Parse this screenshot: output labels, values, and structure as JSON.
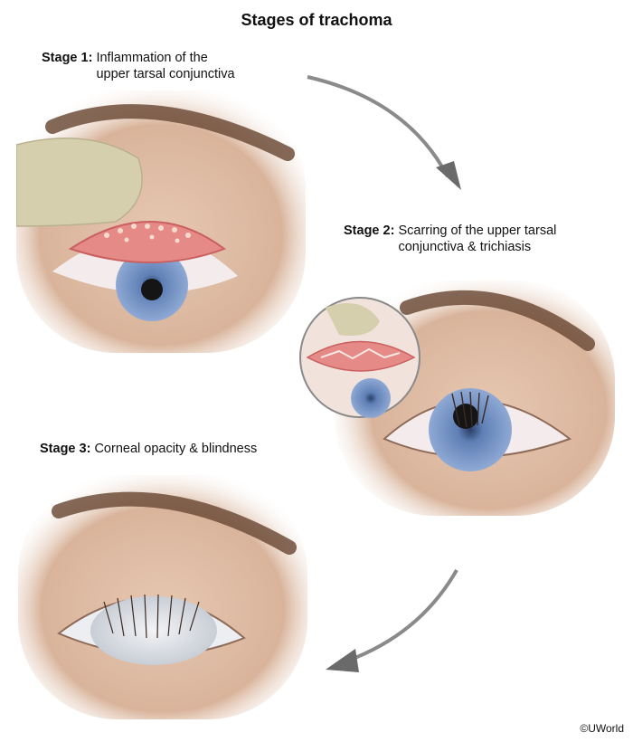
{
  "title": "Stages of trachoma",
  "stages": [
    {
      "label": "Stage 1:",
      "line1": "Inflammation of the",
      "line2": "upper tarsal conjunctiva"
    },
    {
      "label": "Stage 2:",
      "line1": "Scarring of the upper tarsal",
      "line2": "conjunctiva & trichiasis"
    },
    {
      "label": "Stage 3:",
      "line1": "Corneal opacity & blindness",
      "line2": ""
    }
  ],
  "copyright": "©UWorld",
  "colors": {
    "skin": "#d9b49b",
    "skin_light": "#ecd6c6",
    "conjunctiva": "#e58a87",
    "iris": "#6f8fbf",
    "opaque_cornea": "#d9dde3",
    "arrow": "#8a8a8a"
  }
}
